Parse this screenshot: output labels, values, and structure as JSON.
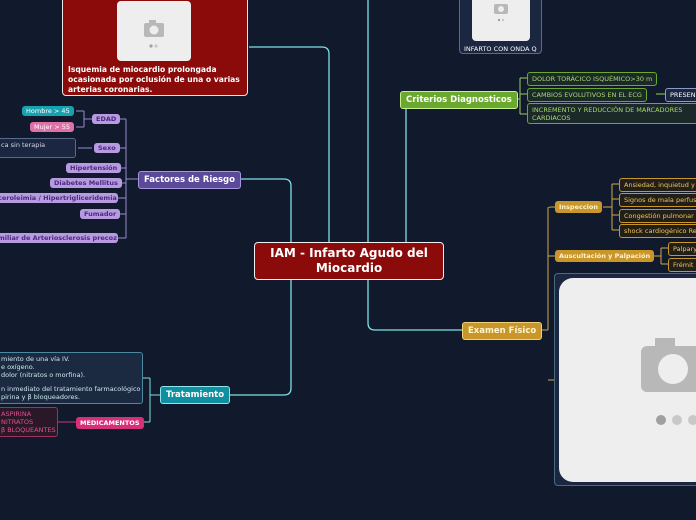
{
  "center": "IAM - Infarto Agudo del Miocardio",
  "definition": {
    "text": "Isquemia de miocardio prolongada ocasionada por oclusión de una o varias arterias coronarias."
  },
  "factores": {
    "label": "Factores de Riesgo",
    "edad": {
      "label": "EDAD",
      "items": [
        "Hombre > 45",
        "Mujer > 55"
      ]
    },
    "sexo": {
      "label": "Sexo",
      "items": [
        "ca sin terapia"
      ]
    },
    "others": [
      "Hipertensión",
      "Diabetes Mellitus",
      "ceroleimia / Hipertrigliceridemia",
      "Fumador",
      "miliar de Arteriosclerosis precoz"
    ]
  },
  "tratamiento": {
    "label": "Tratamiento",
    "notes": [
      "miento de una vía IV.",
      "e oxígeno.",
      "dolor (nitratos o morfina).",
      "n inmediato del tratamiento farmacológico",
      "pirina y β bloqueadores."
    ],
    "medicamentos": {
      "label": "MEDICAMENTOS",
      "items": [
        "ASPIRINA",
        "NITRATOS",
        "β BLOQUEANTES"
      ]
    }
  },
  "criterios": {
    "label": "Criterios Diagnosticos",
    "items": [
      "DOLOR TORÁCICO ISQUÉMICO>30 m",
      "CAMBIOS EVOLUTIVOS EN EL ECG",
      "INCREMENTO Y REDUCCIÓN DE MARCADORES CARDIACOS"
    ],
    "presencia": "PRESENC",
    "image_caption": "INFARTO CON ONDA Q"
  },
  "examen": {
    "label": "Examen Físico",
    "inspeccion": {
      "label": "Inspeccion",
      "items": [
        "Ansiedad, inquietud y",
        "Signos de mala perfus",
        "Congestión pulmonar",
        "shock cardiogénico Re"
      ]
    },
    "auscultacion": {
      "label": "Auscultación y Palpación",
      "items": [
        "Palpary",
        "Frémit"
      ]
    }
  },
  "colors": {
    "background": "#101a2c",
    "connector": "#7fe0e6",
    "center_fill": "#8b0a0a",
    "factores": "#6b5aa8",
    "criterios": "#7bb33a",
    "examen": "#c9962a",
    "tratamiento": "#17a2b0",
    "medicamentos": "#d63079"
  }
}
